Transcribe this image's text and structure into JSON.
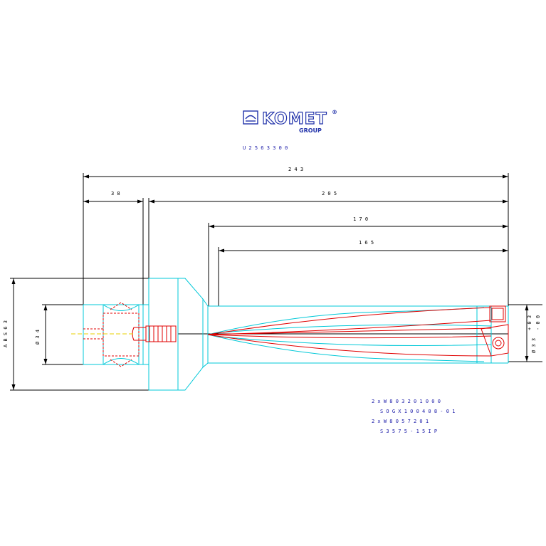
{
  "logo": {
    "brand": "KOMET",
    "registered_mark": "®",
    "group": "GROUP"
  },
  "drawing_number": "U 2 5 6 3 3 0 0",
  "dimensions": {
    "overall_length": "2 4 3",
    "shank_length": "3 8",
    "body_length": "2 0 5",
    "length_170": "1 7 0",
    "length_165": "1 6 5",
    "shank_diameter": "Ø 3 4",
    "flange_diameter": "A B S 6 3",
    "tool_diameter": "Ø 3 3",
    "tolerance_upper": "+ 0 3",
    "tolerance_lower": "- 0 0"
  },
  "parts_list": [
    "2 x  W 8 0  3 2 0 1 0  0 0",
    "S O G X  1 0 0 4 0 8 - 0 1",
    "2 x  W 8 0  5 7 2 0 1",
    "S 3 5 7 5 - 1 5 I P"
  ],
  "colors": {
    "outline": "#00c8d8",
    "hidden_detail": "#e00000",
    "dimension": "#000000",
    "annotation": "#1a1aa8",
    "centerline": "#e8d000"
  }
}
